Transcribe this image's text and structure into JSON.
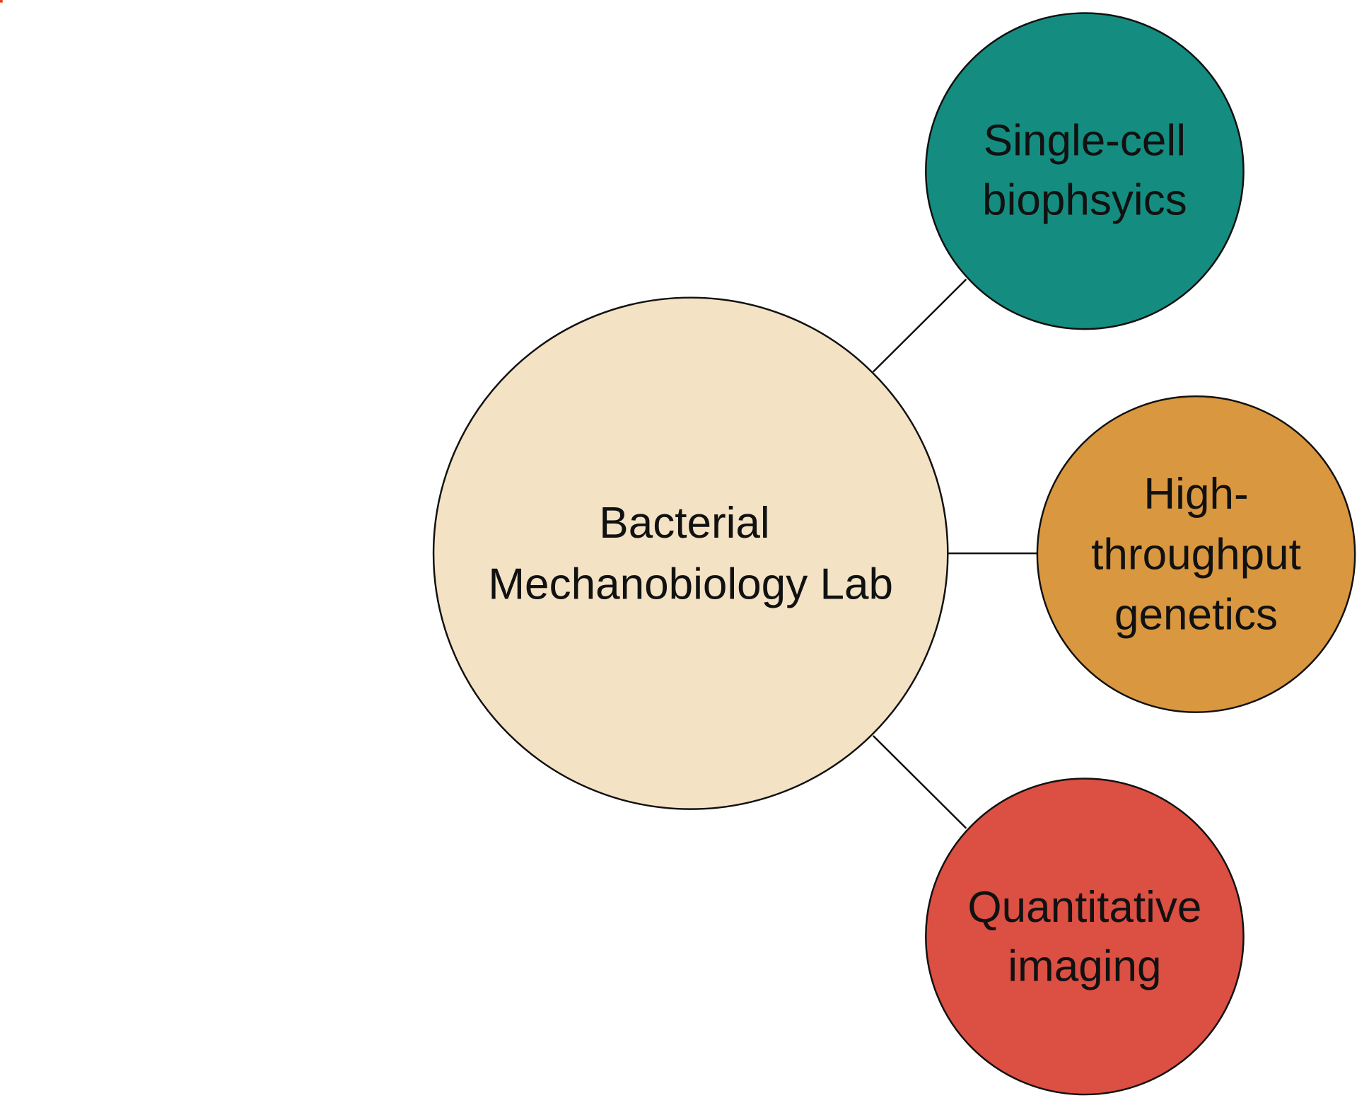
{
  "center": {
    "lines": [
      "Bacterial",
      "Mechanobiology Lab"
    ],
    "color": "#f3e2c4"
  },
  "nodes": [
    {
      "lines": [
        "Single-cell",
        "biophsyics"
      ],
      "color": "#148d80"
    },
    {
      "lines": [
        "High-",
        "throughput",
        "genetics"
      ],
      "color": "#d9973f"
    },
    {
      "lines": [
        "Quantitative",
        "imaging"
      ],
      "color": "#dc4f43"
    }
  ]
}
